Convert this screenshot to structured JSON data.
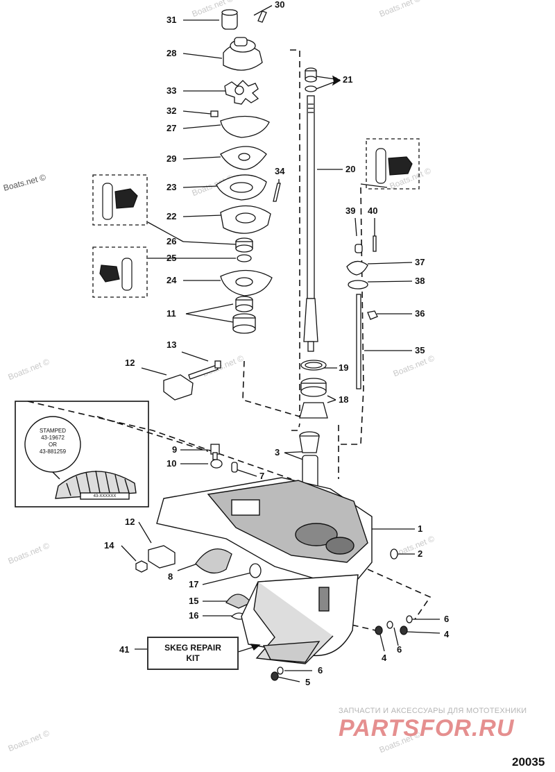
{
  "callouts": [
    {
      "id": "c30",
      "text": "30"
    },
    {
      "id": "c31",
      "text": "31"
    },
    {
      "id": "c28",
      "text": "28"
    },
    {
      "id": "c21",
      "text": "21"
    },
    {
      "id": "c33",
      "text": "33"
    },
    {
      "id": "c32",
      "text": "32"
    },
    {
      "id": "c27",
      "text": "27"
    },
    {
      "id": "c29",
      "text": "29"
    },
    {
      "id": "c20",
      "text": "20"
    },
    {
      "id": "c34",
      "text": "34"
    },
    {
      "id": "c23",
      "text": "23"
    },
    {
      "id": "c22",
      "text": "22"
    },
    {
      "id": "c39",
      "text": "39"
    },
    {
      "id": "c40",
      "text": "40"
    },
    {
      "id": "c26",
      "text": "26"
    },
    {
      "id": "c25",
      "text": "25"
    },
    {
      "id": "c37",
      "text": "37"
    },
    {
      "id": "c24",
      "text": "24"
    },
    {
      "id": "c38",
      "text": "38"
    },
    {
      "id": "c11",
      "text": "11"
    },
    {
      "id": "c36",
      "text": "36"
    },
    {
      "id": "c13",
      "text": "13"
    },
    {
      "id": "c35",
      "text": "35"
    },
    {
      "id": "c12a",
      "text": "12"
    },
    {
      "id": "c19",
      "text": "19"
    },
    {
      "id": "c18",
      "text": "18"
    },
    {
      "id": "c9",
      "text": "9"
    },
    {
      "id": "c3",
      "text": "3"
    },
    {
      "id": "c10",
      "text": "10"
    },
    {
      "id": "c7",
      "text": "7"
    },
    {
      "id": "c12b",
      "text": "12"
    },
    {
      "id": "c1",
      "text": "1"
    },
    {
      "id": "c14",
      "text": "14"
    },
    {
      "id": "c2",
      "text": "2"
    },
    {
      "id": "c8",
      "text": "8"
    },
    {
      "id": "c17",
      "text": "17"
    },
    {
      "id": "c15",
      "text": "15"
    },
    {
      "id": "c16",
      "text": "16"
    },
    {
      "id": "c6a",
      "text": "6"
    },
    {
      "id": "c4a",
      "text": "4"
    },
    {
      "id": "c41",
      "text": "41"
    },
    {
      "id": "c4b",
      "text": "4"
    },
    {
      "id": "c6b",
      "text": "6"
    },
    {
      "id": "c6c",
      "text": "6"
    },
    {
      "id": "c5",
      "text": "5"
    }
  ],
  "stamp_box": {
    "line1": "STAMPED",
    "line2": "43-19672",
    "line3": "OR",
    "line4": "43-881259",
    "part_tag": "43-XXXXXX"
  },
  "skeg_box": {
    "line1": "SKEG REPAIR",
    "line2": "KIT"
  },
  "watermarks": [
    "Boats.net ©",
    "Boats.net ©",
    "Boats.net ©",
    "Boats.net ©",
    "Boats.net ©",
    "Boats.net ©",
    "Boats.net ©",
    "Boats.net ©",
    "Boats.net ©",
    "Boats.net ©",
    "Boats.net ©",
    "Boats.net ©"
  ],
  "brand": {
    "tagline": "ЗАПЧАСТИ И АКСЕССУАРЫ ДЛЯ МОТОТЕХНИКИ",
    "logo": "PARTSFOR.RU"
  },
  "diagram_number": "20035"
}
